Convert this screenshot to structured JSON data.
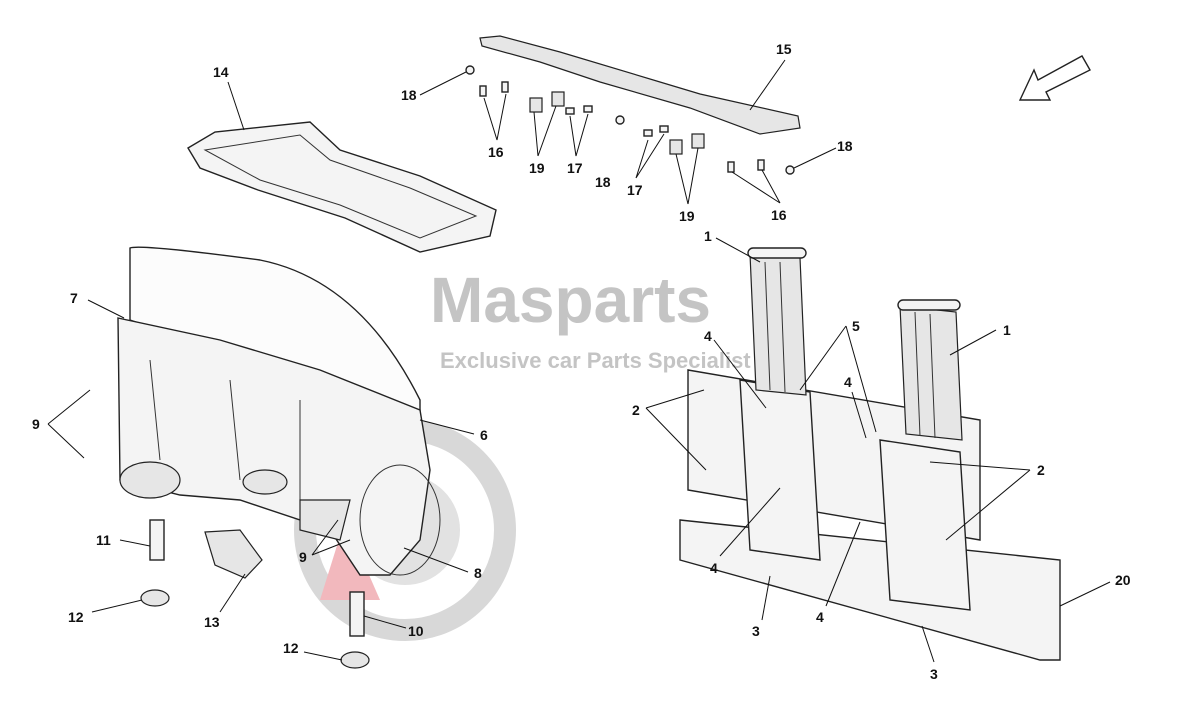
{
  "watermark": {
    "brand": "Masparts",
    "tagline": "Exclusive car Parts Specialist"
  },
  "callouts": [
    "14",
    "18",
    "16",
    "19",
    "17",
    "18",
    "17",
    "19",
    "15",
    "18",
    "16",
    "1",
    "1",
    "7",
    "5",
    "4",
    "4",
    "9",
    "6",
    "2",
    "2",
    "11",
    "9",
    "8",
    "13",
    "12",
    "10",
    "12",
    "4",
    "3",
    "4",
    "20",
    "3"
  ],
  "direction_icon": "arrow-down-left-icon"
}
